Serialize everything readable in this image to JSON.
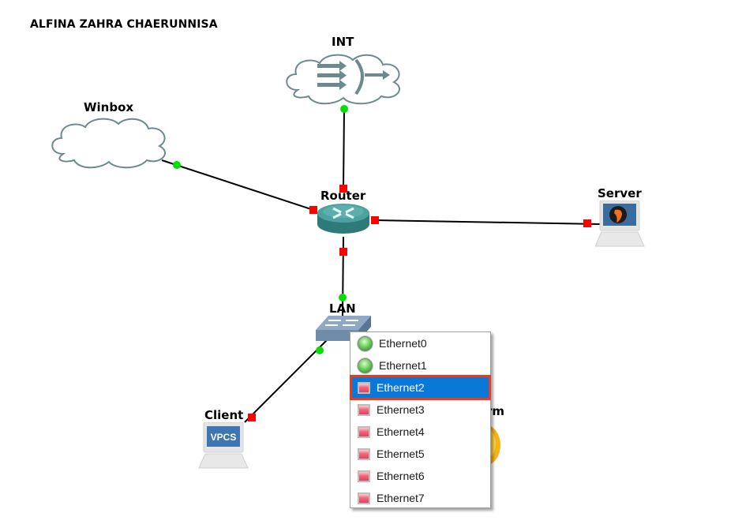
{
  "canvas": {
    "title": "ALFINA ZAHRA CHAERUNNISA"
  },
  "nodes": {
    "int": {
      "label": "INT",
      "icon": "cloud-internet-icon"
    },
    "winbox": {
      "label": "Winbox",
      "icon": "cloud-icon"
    },
    "router": {
      "label": "Router",
      "icon": "router-icon"
    },
    "server": {
      "label": "Server",
      "icon": "qemu-server-icon"
    },
    "lan": {
      "label": "LAN",
      "icon": "switch-icon"
    },
    "client": {
      "label": "Client",
      "icon": "vpcs-icon",
      "screen_text": "VPCS"
    },
    "partial": {
      "label": "rm",
      "icon": "firefox-like-icon"
    }
  },
  "links": [
    {
      "from": "int",
      "to": "router",
      "from_status": "up",
      "to_status": "down"
    },
    {
      "from": "winbox",
      "to": "router",
      "from_status": "up",
      "to_status": "down"
    },
    {
      "from": "router",
      "to": "server",
      "from_status": "down",
      "to_status": "down"
    },
    {
      "from": "router",
      "to": "lan",
      "from_status": "down",
      "to_status": "up"
    },
    {
      "from": "lan",
      "to": "client",
      "from_status": "up",
      "to_status": "down"
    }
  ],
  "status_colors": {
    "up": "#00e000",
    "down": "#ff0000"
  },
  "port_menu": {
    "selected_index": 2,
    "items": [
      {
        "label": "Ethernet0",
        "status": "connected"
      },
      {
        "label": "Ethernet1",
        "status": "connected"
      },
      {
        "label": "Ethernet2",
        "status": "free"
      },
      {
        "label": "Ethernet3",
        "status": "free"
      },
      {
        "label": "Ethernet4",
        "status": "free"
      },
      {
        "label": "Ethernet5",
        "status": "free"
      },
      {
        "label": "Ethernet6",
        "status": "free"
      },
      {
        "label": "Ethernet7",
        "status": "free"
      }
    ]
  }
}
